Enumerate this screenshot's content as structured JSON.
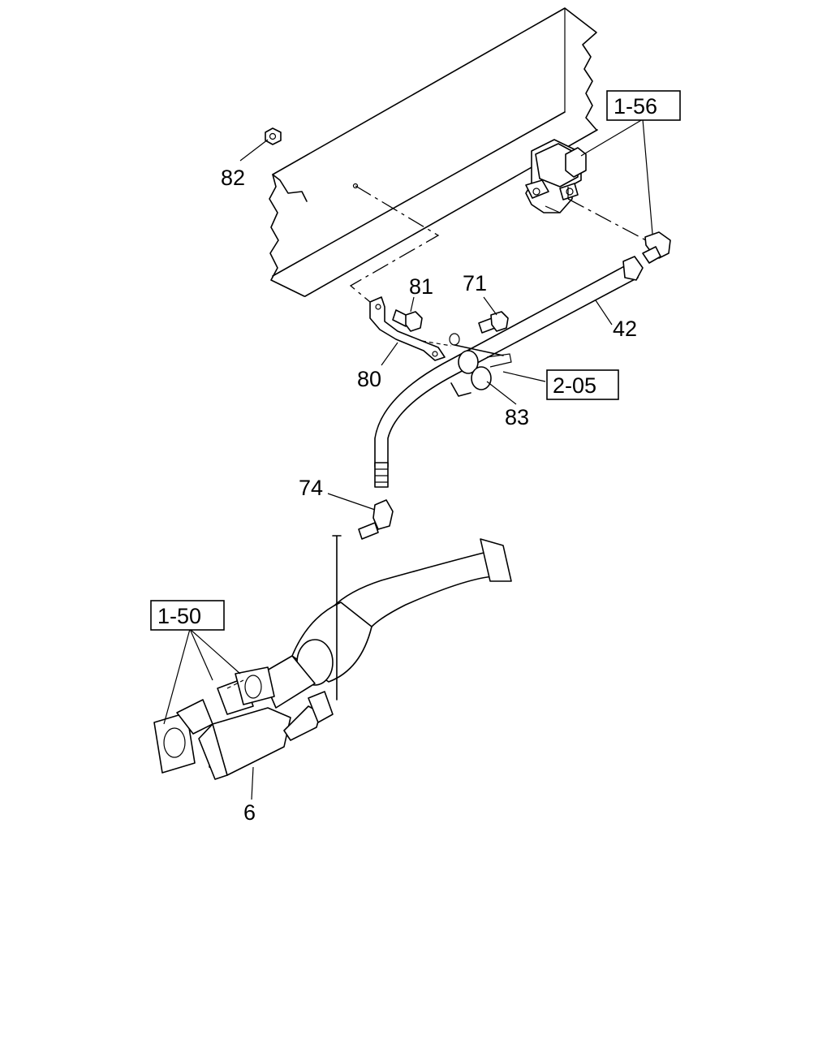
{
  "callouts": {
    "p82": "82",
    "p81": "81",
    "p71": "71",
    "p42": "42",
    "p80": "80",
    "p83": "83",
    "p74": "74",
    "p6": "6"
  },
  "references": {
    "r156": "1-56",
    "r205": "2-05",
    "r150": "1-50"
  }
}
